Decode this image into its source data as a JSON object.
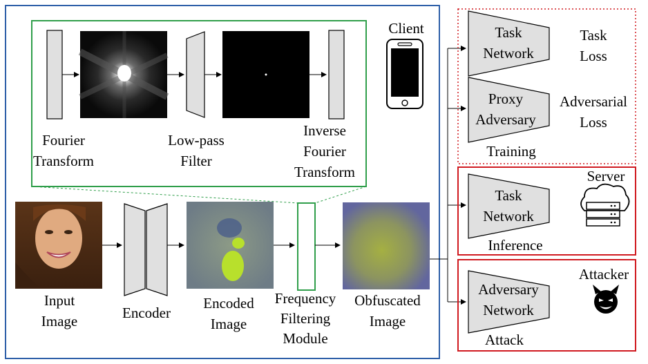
{
  "client": {
    "title": "Client",
    "filter_detail": {
      "fourier": "Fourier\nTransform",
      "lowpass": "Low-pass\nFilter",
      "inverse": "Inverse\nFourier\nTransform"
    },
    "pipeline": {
      "input": "Input\nImage",
      "encoder": "Encoder",
      "encoded": "Encoded\nImage",
      "ffm": "Frequency\nFiltering\nModule",
      "obfuscated": "Obfuscated\nImage"
    }
  },
  "training": {
    "label": "Training",
    "task_network": "Task\nNetwork",
    "task_loss": "Task\nLoss",
    "proxy_adversary": "Proxy\nAdversary",
    "adversarial_loss": "Adversarial\nLoss"
  },
  "inference": {
    "label": "Inference",
    "task_network": "Task\nNetwork",
    "server": "Server"
  },
  "attack": {
    "label": "Attack",
    "adversary_network": "Adversary\nNetwork",
    "attacker": "Attacker"
  },
  "colors": {
    "client_border": "#2e5fa8",
    "filter_border": "#2f9e4a",
    "server_border": "#d0191f",
    "block_fill": "#e0e0e0"
  }
}
